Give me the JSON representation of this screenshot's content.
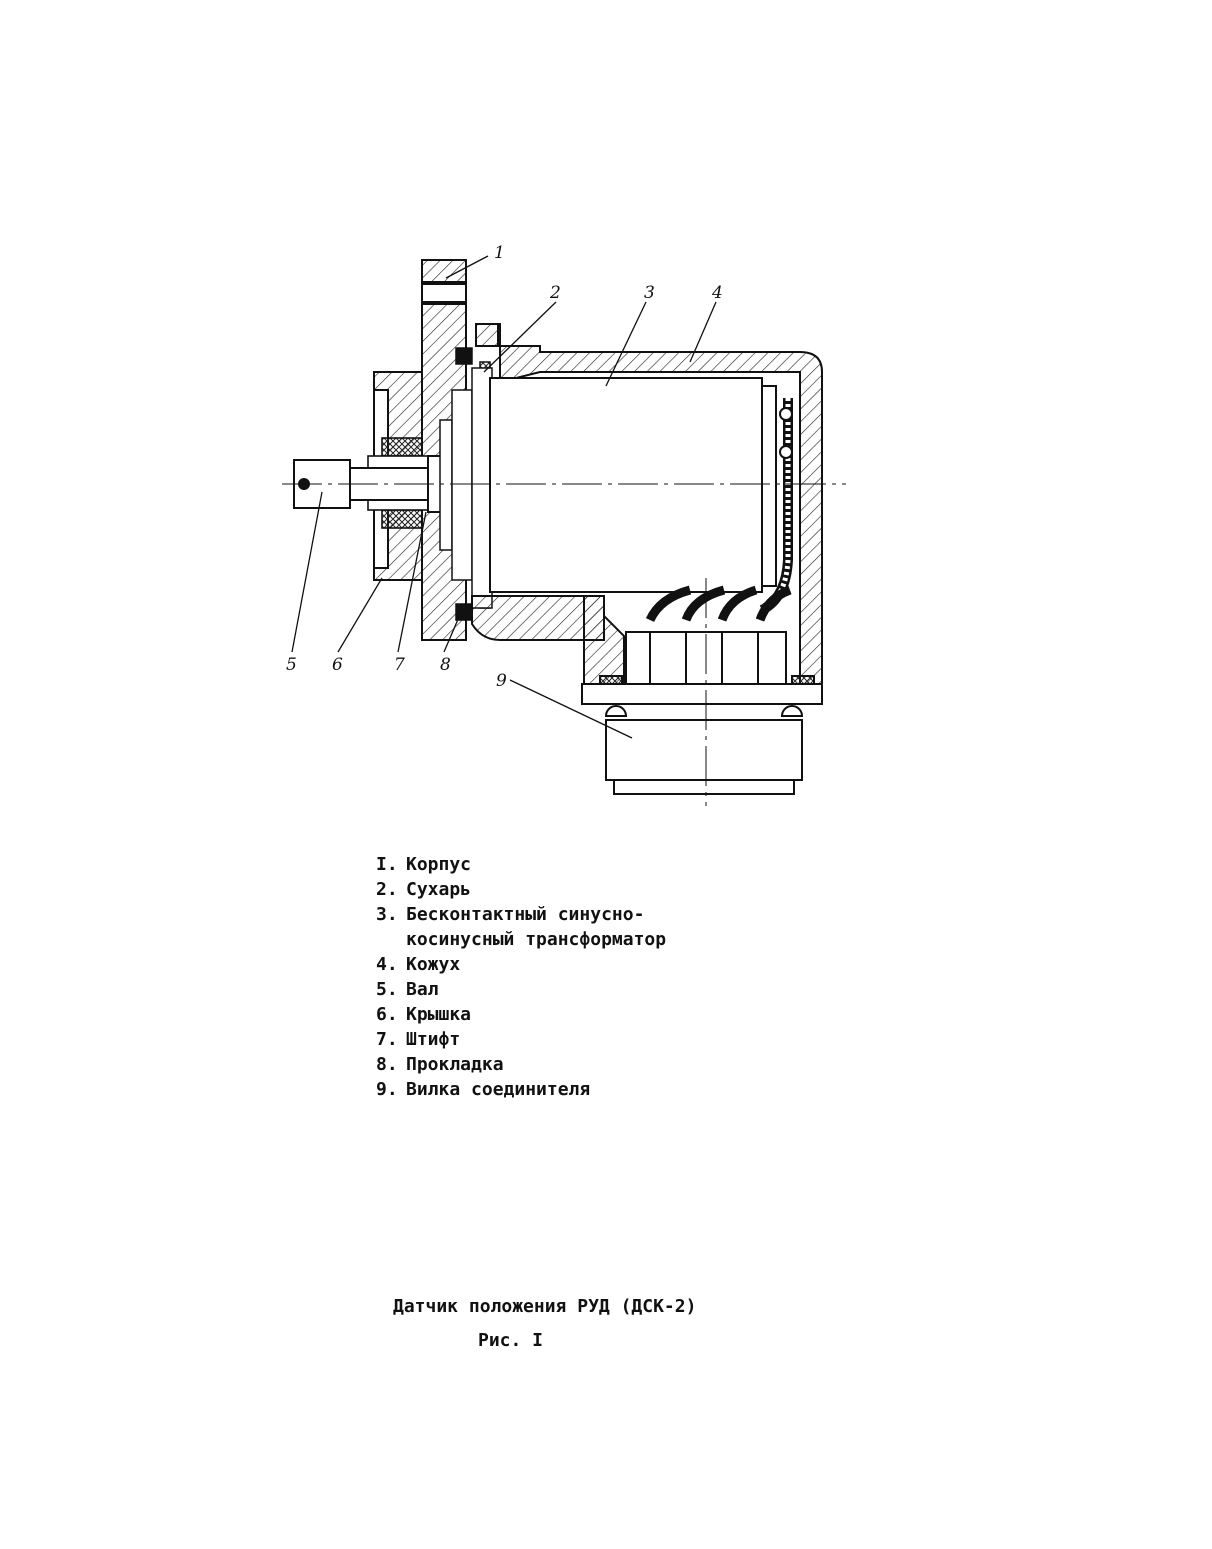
{
  "callouts": [
    "1",
    "2",
    "3",
    "4",
    "5",
    "6",
    "7",
    "8",
    "9"
  ],
  "legend": [
    {
      "num": "I.",
      "text": "Корпус"
    },
    {
      "num": "2.",
      "text": "Сухарь"
    },
    {
      "num": "3.",
      "text": "Бесконтактный синусно-косинусный трансформатор"
    },
    {
      "num": "4.",
      "text": "Кожух"
    },
    {
      "num": "5.",
      "text": "Вал"
    },
    {
      "num": "6.",
      "text": "Крышка"
    },
    {
      "num": "7.",
      "text": "Штифт"
    },
    {
      "num": "8.",
      "text": "Прокладка"
    },
    {
      "num": "9.",
      "text": "Вилка соединителя"
    }
  ],
  "caption": {
    "title": "Датчик положения РУД (ДСК-2)",
    "figure": "Рис. I"
  }
}
